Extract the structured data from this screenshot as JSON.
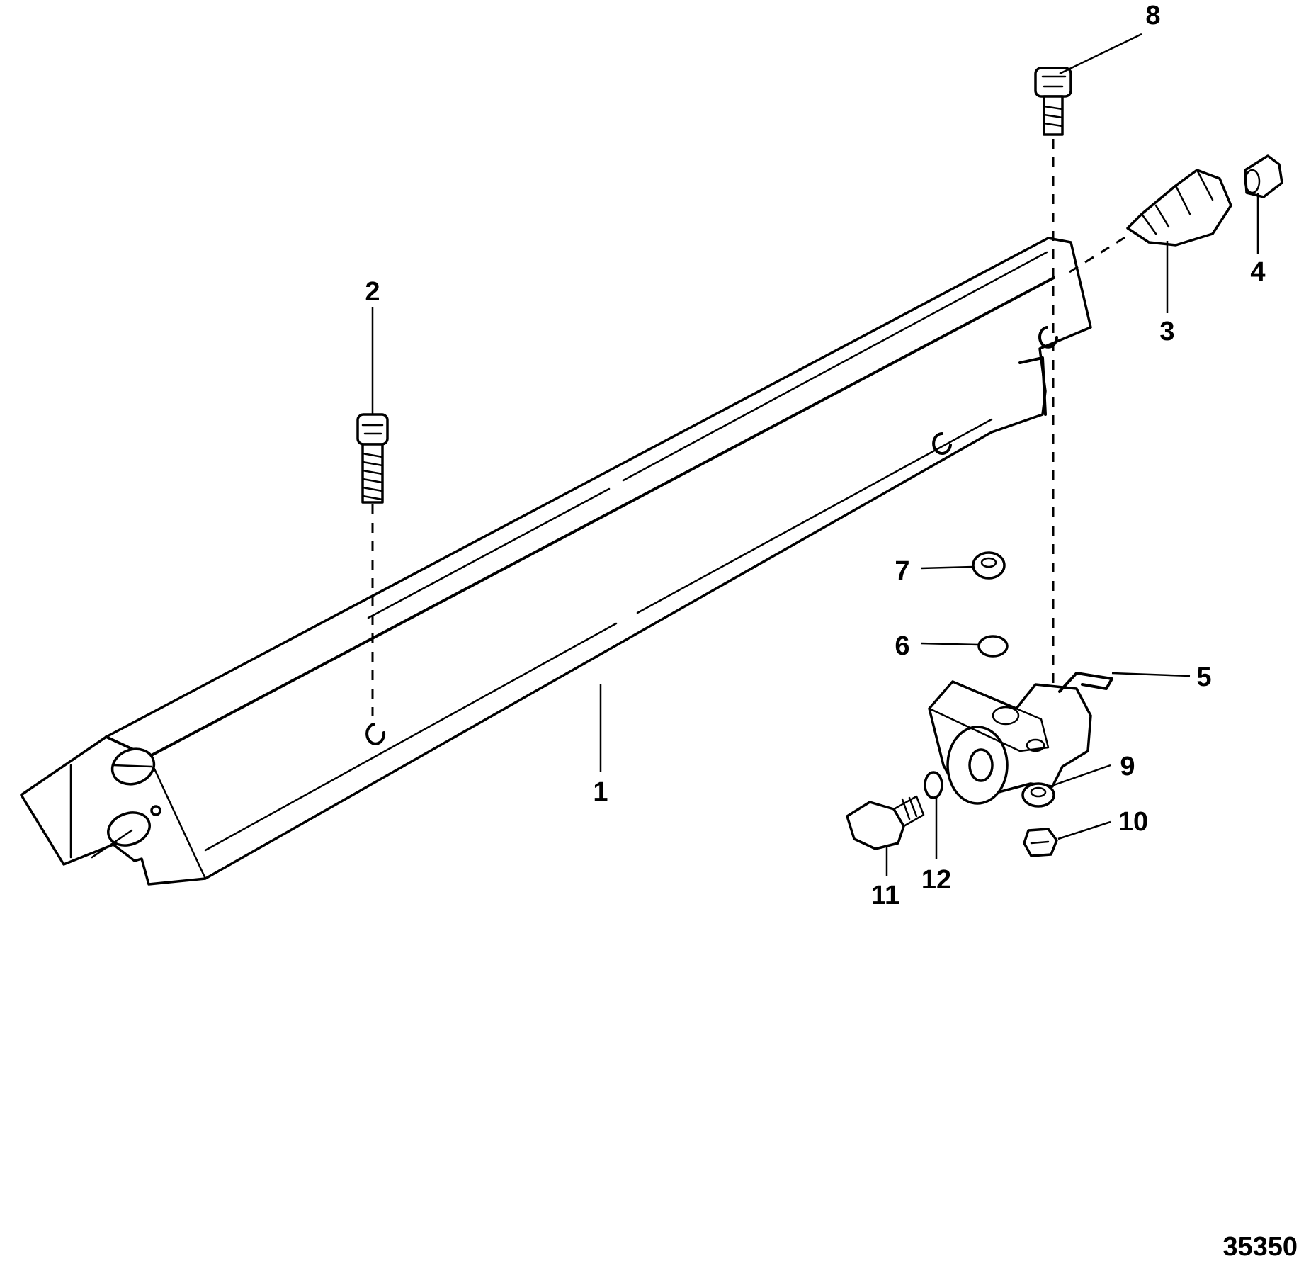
{
  "callouts": [
    {
      "id": "1",
      "label": "1"
    },
    {
      "id": "2",
      "label": "2"
    },
    {
      "id": "3",
      "label": "3"
    },
    {
      "id": "4",
      "label": "4"
    },
    {
      "id": "5",
      "label": "5"
    },
    {
      "id": "6",
      "label": "6"
    },
    {
      "id": "7",
      "label": "7"
    },
    {
      "id": "8",
      "label": "8"
    },
    {
      "id": "9",
      "label": "9"
    },
    {
      "id": "10",
      "label": "10"
    },
    {
      "id": "11",
      "label": "11"
    },
    {
      "id": "12",
      "label": "12"
    }
  ],
  "figure_id": "35350",
  "colors": {
    "line": "#000000",
    "background": "#ffffff"
  }
}
